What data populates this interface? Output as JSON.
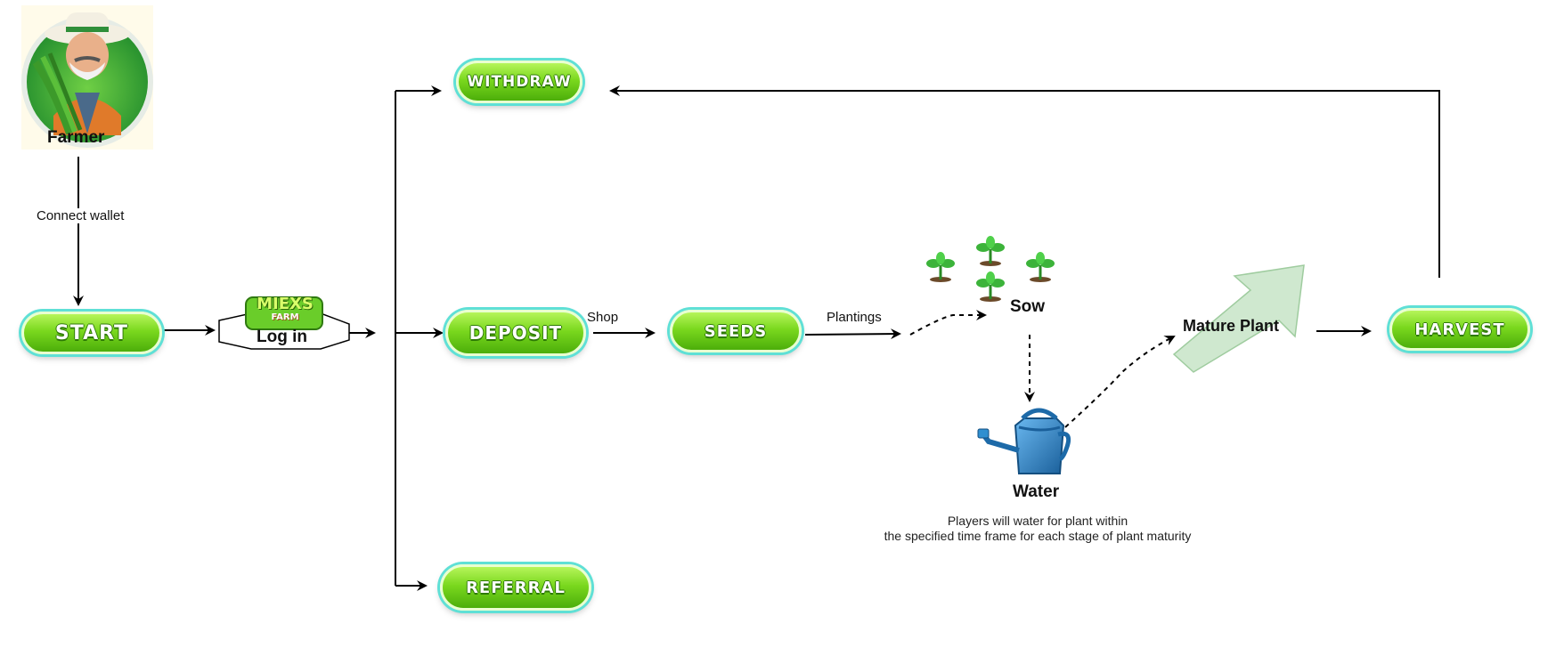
{
  "farmer": {
    "label": "Farmer"
  },
  "edges": {
    "connect_wallet": "Connect wallet",
    "shop": "Shop",
    "plantings": "Plantings"
  },
  "buttons": {
    "start": "START",
    "withdraw": "WITHDRAW",
    "deposit": "DEPOSIT",
    "referral": "REFERRAL",
    "seeds": "SEEDS",
    "harvest": "HARVEST"
  },
  "login": {
    "logo_text_top": "MIEXS",
    "logo_text_bottom": "FARM",
    "label": "Log in"
  },
  "stages": {
    "sow": "Sow",
    "water": "Water",
    "mature": "Mature Plant"
  },
  "water_note": {
    "line1": "Players will water for plant within",
    "line2": "the specified time frame for each stage of plant maturity"
  },
  "colors": {
    "button_green": "#6fd21a",
    "button_glow": "#5fe0d6",
    "arrow": "#000000",
    "can_blue": "#2f8fd0",
    "sprout_green": "#2fa32a",
    "growth_arrow": "#cfe8cf"
  }
}
